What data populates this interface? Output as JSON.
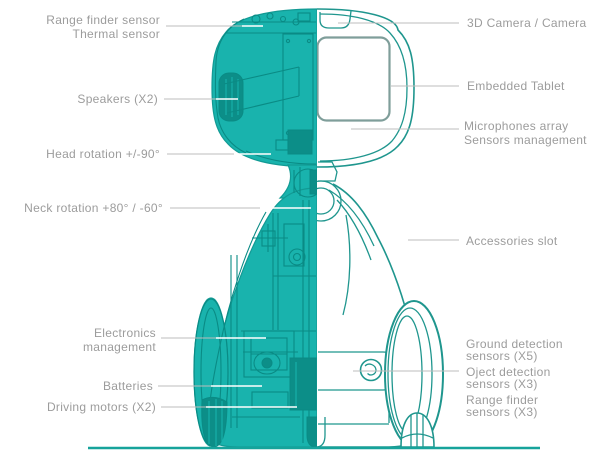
{
  "diagram": {
    "name": "robot-anatomy-cutaway-diagram",
    "colors": {
      "body_fill_teal": "#19b3ad",
      "internal_detail_teal": "#0a8b85",
      "outline_teal": "#1f968e",
      "tablet_outline_gray": "#7f9e9a",
      "label_text_gray": "#9c9c9c",
      "leader_line_gray": "#bcbcbc",
      "ground_line_teal": "#16a39b"
    },
    "left_labels": [
      {
        "lines": [
          "Range finder sensor",
          "Thermal sensor"
        ]
      },
      {
        "lines": [
          "Speakers (X2)"
        ]
      },
      {
        "lines": [
          "Head rotation +/-90°"
        ]
      },
      {
        "lines": [
          "Neck rotation +80° / -60°"
        ]
      },
      {
        "lines": [
          "Electronics",
          "management"
        ]
      },
      {
        "lines": [
          "Batteries"
        ]
      },
      {
        "lines": [
          "Driving motors (X2)"
        ]
      }
    ],
    "right_labels": [
      {
        "lines": [
          "3D Camera / Camera"
        ]
      },
      {
        "lines": [
          "Embedded Tablet"
        ]
      },
      {
        "lines": [
          "Microphones array",
          "Sensors management"
        ]
      },
      {
        "lines": [
          "Accessories slot"
        ]
      },
      {
        "lines": [
          "Ground detection",
          "sensors (X5)",
          "Oject detection",
          "sensors (X3)",
          "Range finder",
          "sensors (X3)"
        ]
      }
    ]
  }
}
